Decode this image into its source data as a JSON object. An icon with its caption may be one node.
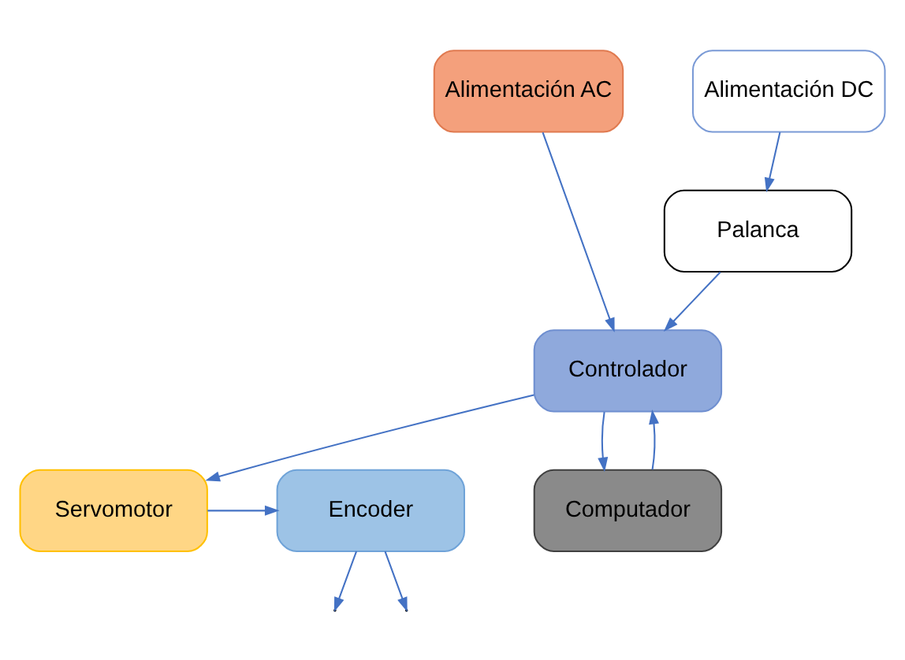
{
  "diagram": {
    "nodes": [
      {
        "text": [
          "Alimentación AC"
        ]
      },
      {
        "text": [
          "Alimentación DC"
        ]
      },
      {
        "text": [
          "Palanca"
        ]
      },
      {
        "text": [
          "Controlador"
        ]
      },
      {
        "text": [
          "Encoder"
        ]
      },
      {
        "text": [
          "Servomotor"
        ]
      },
      {
        "text": [
          "Computador"
        ]
      }
    ],
    "edges": [
      {
        "from": 0,
        "to": 3,
        "arrow": "to"
      },
      {
        "from": 1,
        "to": 2,
        "arrow": "to"
      },
      {
        "from": 2,
        "to": 3,
        "arrow": "to"
      },
      {
        "from": 3,
        "to": 5,
        "arrow": "to"
      },
      {
        "from": 4,
        "to": null,
        "arrow": "to"
      },
      {
        "from": 5,
        "to": 4,
        "arrow": "to"
      },
      {
        "from": 4,
        "to": null,
        "arrow": "to"
      },
      {
        "from": 3,
        "to": 6,
        "arrow": "to"
      },
      {
        "from": 6,
        "to": 3,
        "arrow": "to"
      }
    ]
  }
}
